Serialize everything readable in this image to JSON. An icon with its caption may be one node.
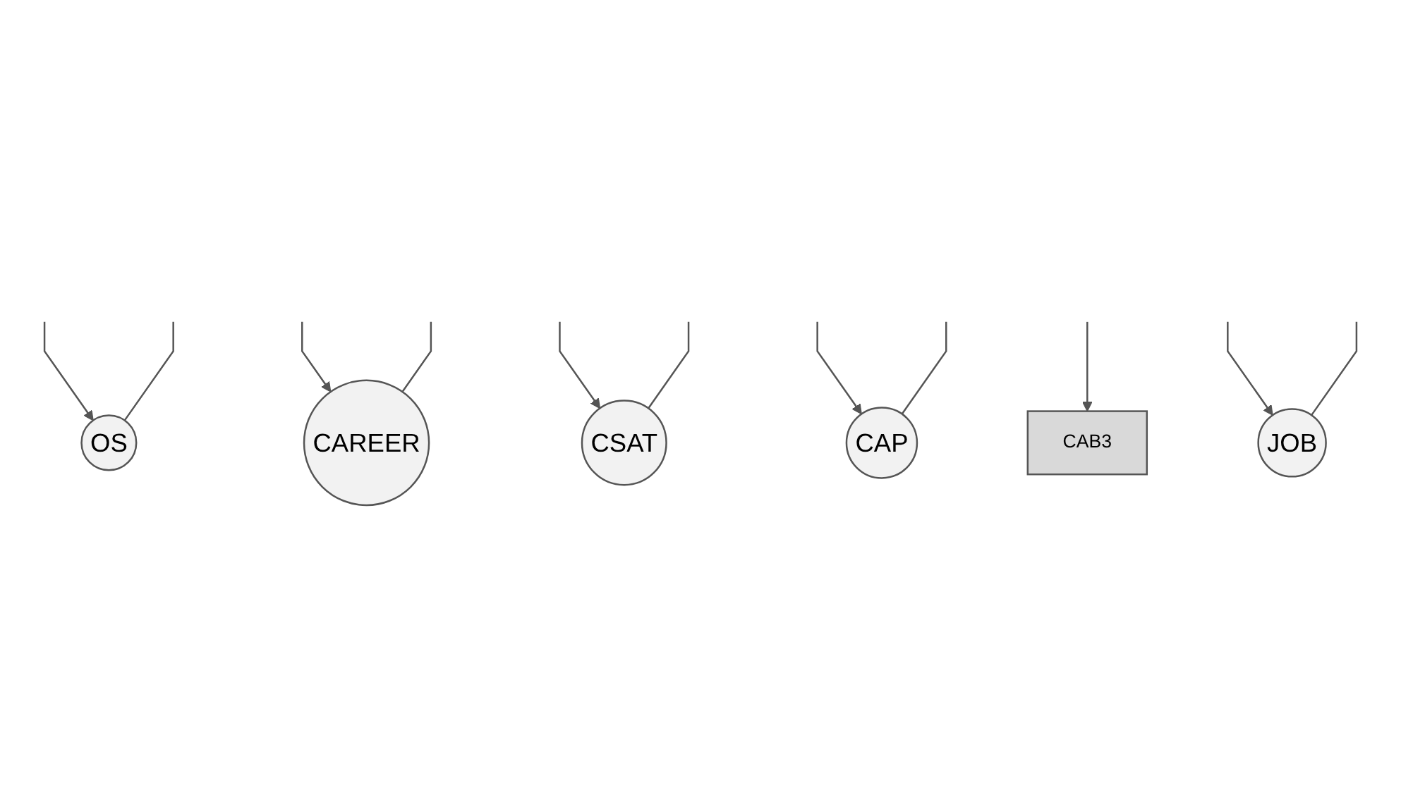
{
  "diagram": {
    "nodes": [
      {
        "text": [
          "OS"
        ]
      },
      {
        "text": [
          "CAP"
        ]
      },
      {
        "text": [
          "CAREER"
        ]
      },
      {
        "text": [
          "CSAT"
        ]
      },
      {
        "text": [
          "CAB3"
        ]
      },
      {
        "text": [
          "JOB"
        ]
      }
    ],
    "edges": [
      {
        "from": null,
        "to": 0,
        "arrow": "to"
      },
      {
        "from": null,
        "to": 0,
        "arrow": "none"
      },
      {
        "from": null,
        "to": 2,
        "arrow": "to"
      },
      {
        "from": null,
        "to": 2,
        "arrow": "none"
      },
      {
        "from": null,
        "to": 3,
        "arrow": "to"
      },
      {
        "from": null,
        "to": 3,
        "arrow": "none"
      },
      {
        "from": null,
        "to": 1,
        "arrow": "to"
      },
      {
        "from": null,
        "to": 1,
        "arrow": "none"
      },
      {
        "from": null,
        "to": 4,
        "arrow": "to"
      },
      {
        "from": null,
        "to": 5,
        "arrow": "to"
      },
      {
        "from": null,
        "to": 5,
        "arrow": "none"
      }
    ]
  }
}
